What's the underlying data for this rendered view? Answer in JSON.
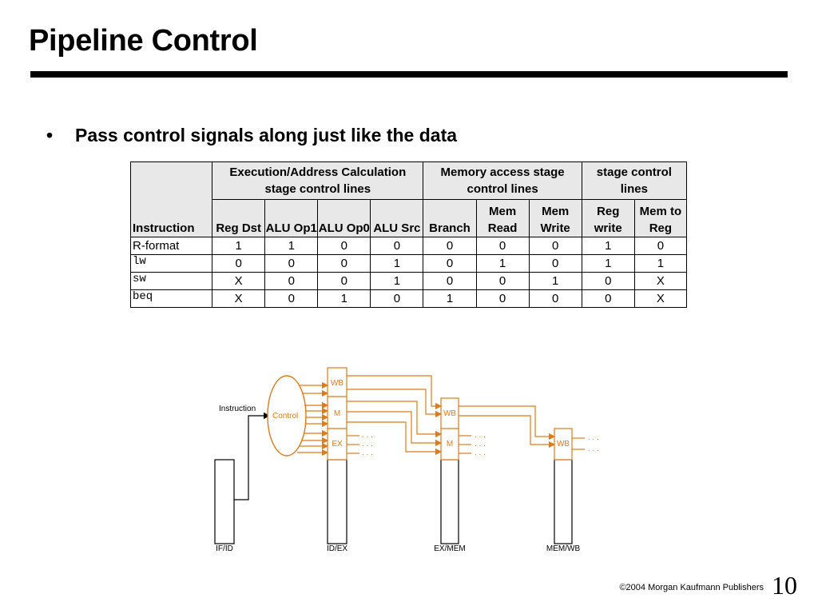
{
  "title": "Pipeline Control",
  "bullet": {
    "marker": "•",
    "text": "Pass control signals along just like the data"
  },
  "table": {
    "instruction_header": "Instruction",
    "groups": [
      "Execution/Address Calculation stage control lines",
      "Memory access stage control lines",
      "stage control lines"
    ],
    "signals": [
      "Reg Dst",
      "ALU Op1",
      "ALU Op0",
      "ALU Src",
      "Branch",
      "Mem Read",
      "Mem Write",
      "Reg write",
      "Mem to Reg"
    ],
    "rows": [
      {
        "name": "R-format",
        "values": [
          "1",
          "1",
          "0",
          "0",
          "0",
          "0",
          "0",
          "1",
          "0"
        ]
      },
      {
        "name": "lw",
        "values": [
          "0",
          "0",
          "0",
          "1",
          "0",
          "1",
          "0",
          "1",
          "1"
        ]
      },
      {
        "name": "sw",
        "values": [
          "X",
          "0",
          "0",
          "1",
          "0",
          "0",
          "1",
          "0",
          "X"
        ]
      },
      {
        "name": "beq",
        "values": [
          "X",
          "0",
          "1",
          "0",
          "1",
          "0",
          "0",
          "0",
          "X"
        ]
      }
    ]
  },
  "diagram": {
    "accent_color": "#e07b19",
    "instruction_label": "Instruction",
    "control_label": "Control",
    "idex_fields": [
      "WB",
      "M",
      "EX"
    ],
    "exmem_fields": [
      "WB",
      "M"
    ],
    "memwb_fields": [
      "WB"
    ],
    "continuation": ". . .",
    "register_labels": [
      "IF/ID",
      "ID/EX",
      "EX/MEM",
      "MEM/WB"
    ]
  },
  "footer": {
    "copyright": "©2004 Morgan Kaufmann Publishers",
    "page": "10"
  }
}
